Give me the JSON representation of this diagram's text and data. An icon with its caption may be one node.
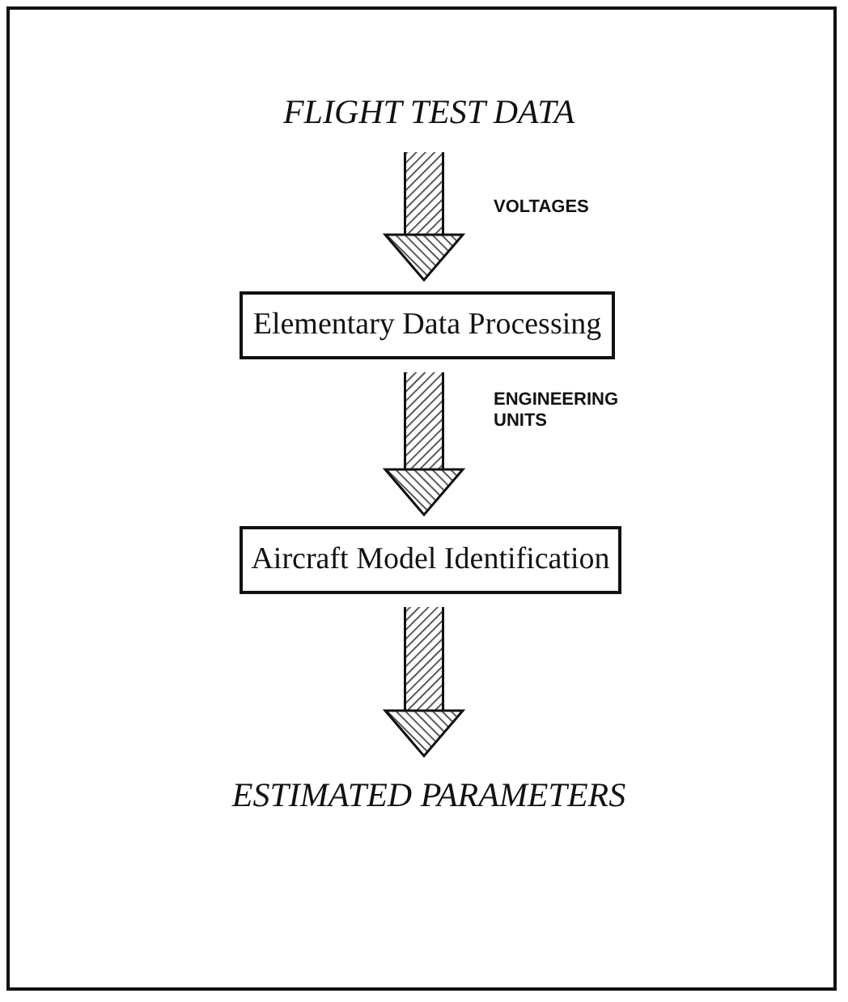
{
  "diagram": {
    "nodes": [
      {
        "text": [
          "FLIGHT TEST DATA"
        ]
      },
      {
        "text": [
          "Elementary Data Processing"
        ]
      },
      {
        "text": [
          "Aircraft Model Identification"
        ]
      },
      {
        "text": [
          "ESTIMATED PARAMETERS"
        ]
      }
    ],
    "edges": [
      {
        "from": 0,
        "to": 1,
        "arrow": "to",
        "label": "VOLTAGES"
      },
      {
        "from": 1,
        "to": 2,
        "arrow": "to",
        "label": "ENGINEERING UNITS"
      },
      {
        "from": 2,
        "to": 3,
        "arrow": "to"
      }
    ]
  }
}
